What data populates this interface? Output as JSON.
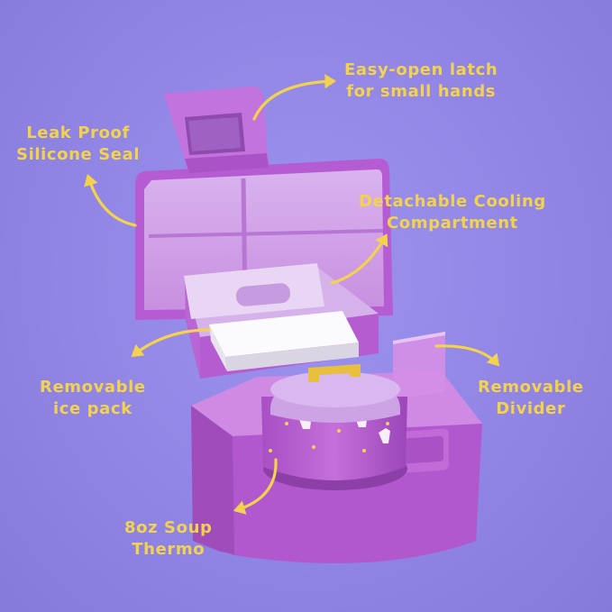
{
  "colors": {
    "background": "#9187e6",
    "label": "#f3d24e",
    "box_purple": "#b25ed0",
    "lid_lavender": "#cf9be6",
    "ice_pack": "#f1eff4",
    "thermo_lid": "#c79ee0",
    "latch_gold": "#e9bf3e"
  },
  "callouts": {
    "latch": {
      "lines": [
        "Easy-open latch",
        "for small hands"
      ],
      "icon": "arrow-curved-icon"
    },
    "seal": {
      "lines": [
        "Leak Proof",
        "Silicone Seal"
      ],
      "icon": "arrow-curved-icon"
    },
    "cooling": {
      "lines": [
        "Detachable Cooling",
        "Compartment"
      ],
      "icon": "arrow-curved-icon"
    },
    "ice": {
      "lines": [
        "Removable",
        "ice pack"
      ],
      "icon": "arrow-curved-icon"
    },
    "divider": {
      "lines": [
        "Removable",
        "Divider"
      ],
      "icon": "arrow-curved-icon"
    },
    "soup": {
      "lines": [
        "8oz Soup",
        "Thermo"
      ],
      "icon": "arrow-curved-icon"
    }
  }
}
